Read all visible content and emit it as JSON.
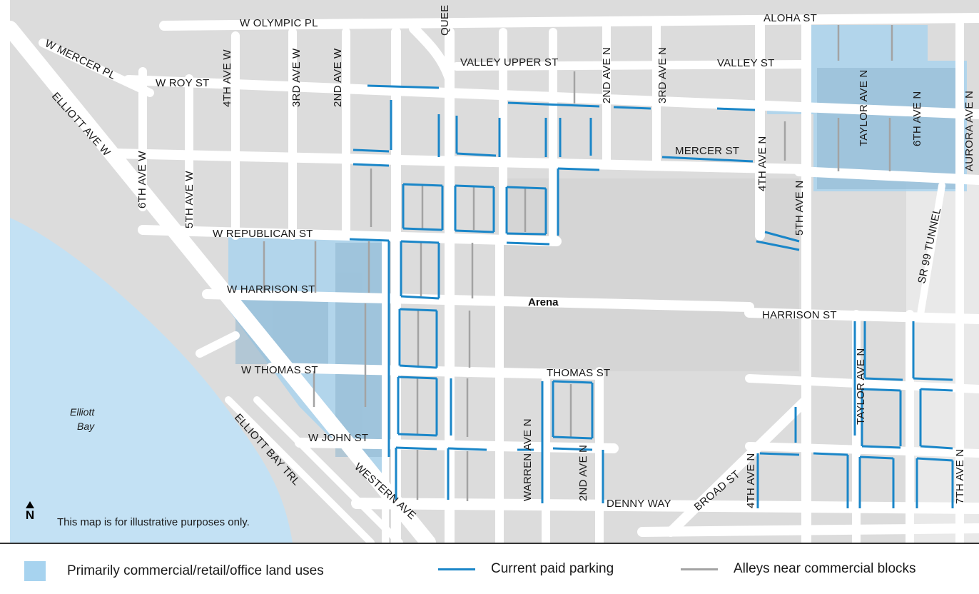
{
  "map": {
    "streets": {
      "w_olympic_pl": "W OLYMPIC PL",
      "queen": "QUEE",
      "aloha_st": "ALOHA ST",
      "w_mercer_pl": "W MERCER PL",
      "w_roy_st": "W ROY ST",
      "valley_upper_st": "VALLEY UPPER ST",
      "valley_st": "VALLEY ST",
      "elliott_ave_w": "ELLIOTT AVE W",
      "fourth_ave_w": "4TH AVE W",
      "third_ave_w": "3RD AVE W",
      "second_ave_w": "2ND AVE W",
      "second_ave_n_top": "2ND AVE N",
      "third_ave_n": "3RD AVE N",
      "aurora_ave_n": "AURORA AVE N",
      "taylor_ave_n_top": "TAYLOR AVE N",
      "sixth_ave_n": "6TH AVE N",
      "sixth_ave_w": "6TH AVE W",
      "fifth_ave_w": "5TH AVE W",
      "mercer_st": "MERCER ST",
      "fourth_ave_n_top": "4TH AVE N",
      "fifth_ave_n": "5TH AVE N",
      "w_republican_st": "W REPUBLICAN ST",
      "sr_99_tunnel": "SR 99 TUNNEL",
      "w_harrison_st": "W HARRISON ST",
      "harrison_st": "HARRISON ST",
      "w_thomas_st": "W THOMAS ST",
      "thomas_st": "THOMAS ST",
      "taylor_ave_n_bottom": "TAYLOR AVE N",
      "w_john_st": "W JOHN ST",
      "elliott_bay_trl": "ELLIOTT BAY TRL",
      "warren_ave_n": "WARREN AVE N",
      "second_ave_n_bottom": "2ND AVE N",
      "western_ave": "WESTERN AVE",
      "denny_way": "DENNY WAY",
      "broad_st": "BROAD ST",
      "fourth_ave_n_bottom": "4TH AVE N",
      "seventh_ave_n": "7TH AVE N"
    },
    "places": {
      "arena": "Arena",
      "elliott_bay_line1": "Elliott",
      "elliott_bay_line2": "Bay"
    },
    "north_label": "N",
    "north_icon": "north-arrow-icon",
    "disclaimer": "This map is for illustrative purposes only."
  },
  "legend": {
    "commercial": "Primarily commercial/retail/office land uses",
    "paid_parking": "Current paid parking",
    "alleys": "Alleys near commercial blocks"
  },
  "colors": {
    "land": "#dcdcdc",
    "street": "#ffffff",
    "water": "#c3e1f4",
    "commercial": "#a7d3ef",
    "paid_parking": "#1a86c8",
    "alley": "#a3a3a3"
  }
}
